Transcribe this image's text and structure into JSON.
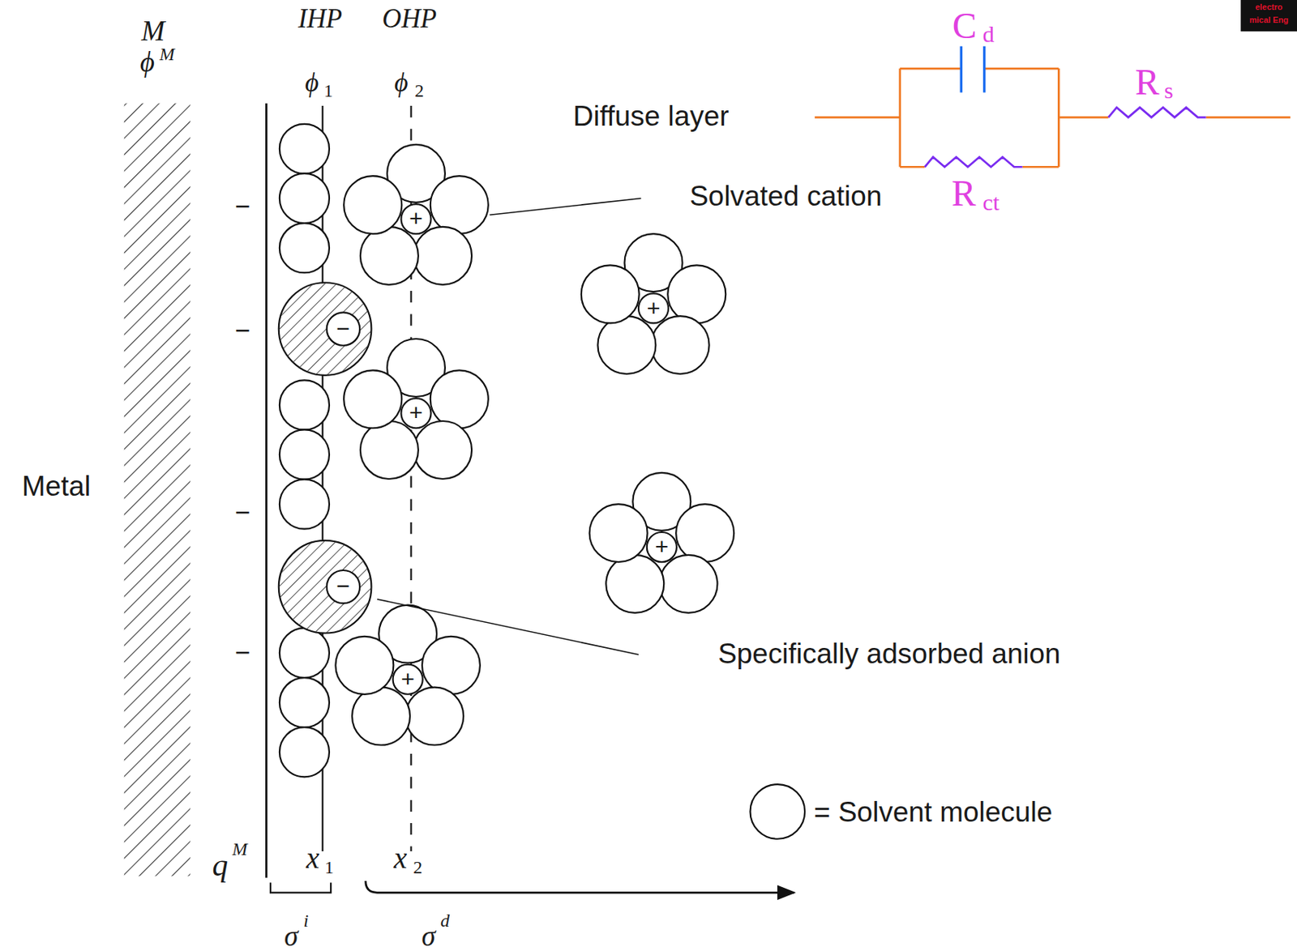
{
  "diagram": {
    "labels": [
      "M",
      "ϕ",
      "M",
      "IHP",
      "OHP",
      "ϕ",
      "1",
      "ϕ",
      "2",
      "Diffuse layer",
      "Solvated cation",
      "Specifically adsorbed anion",
      "Metal",
      "q",
      "M",
      "x",
      "1",
      "x",
      "2",
      "σ",
      "i",
      "σ",
      "d",
      "C",
      "d",
      "R",
      "s",
      "R",
      "ct",
      "+",
      "+",
      "+",
      "+",
      "+",
      "−",
      "−",
      "−",
      "−",
      "−",
      "−",
      "electro",
      "mical Eng"
    ],
    "legend": [
      {
        "text": "= Solvent molecule"
      }
    ]
  }
}
